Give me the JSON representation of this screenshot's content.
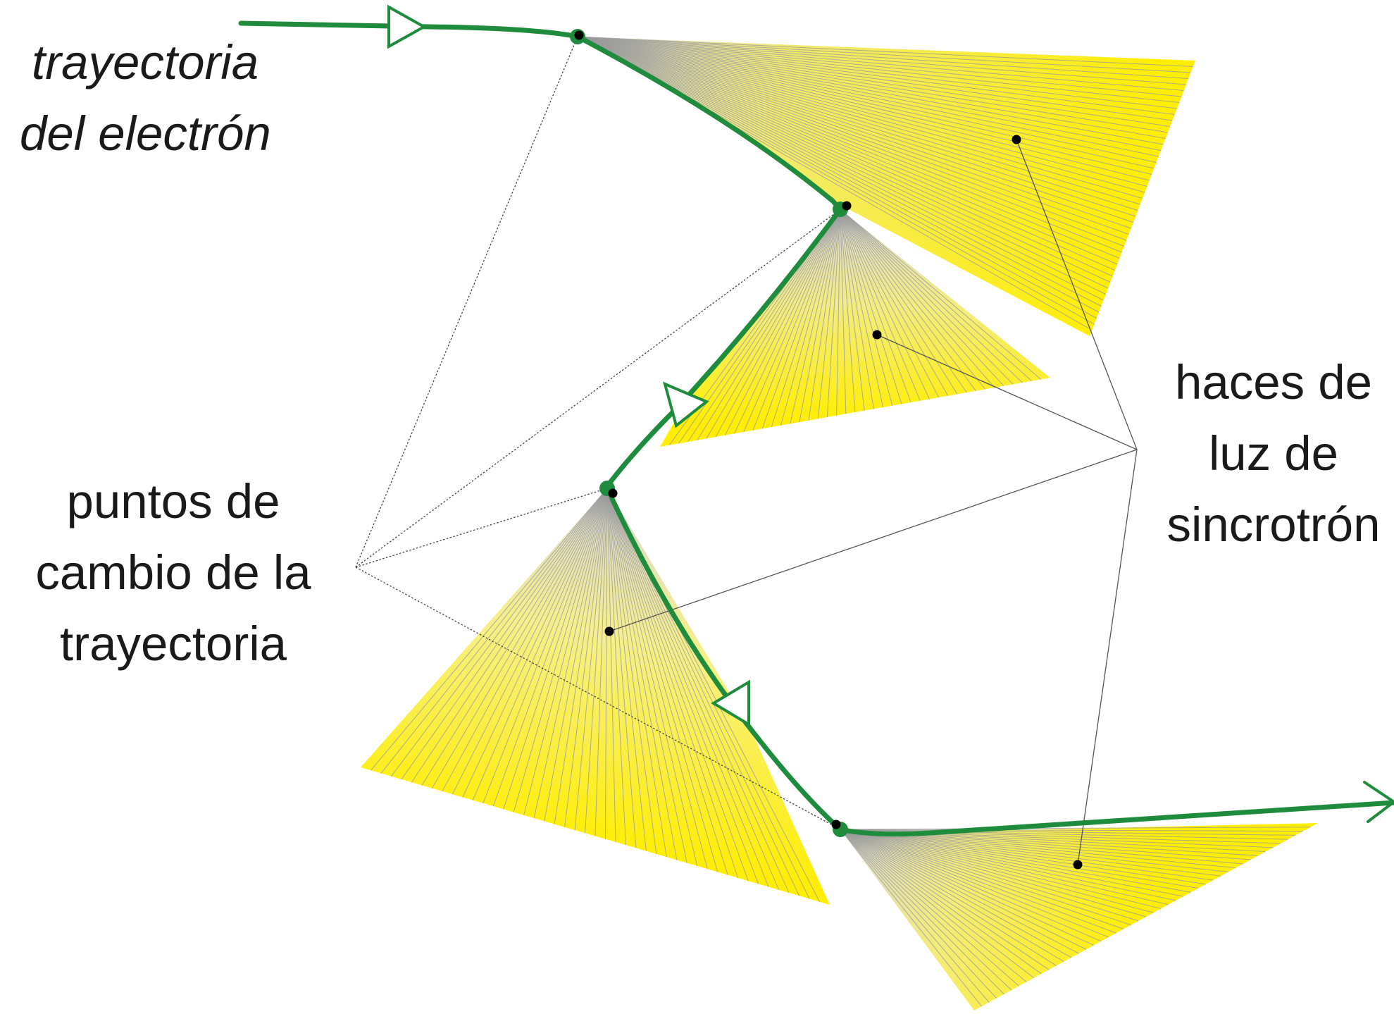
{
  "labels": {
    "trajectory": [
      "trayectoria",
      "del electrón"
    ],
    "change_points": [
      "puntos de",
      "cambio de la",
      "trayectoria"
    ],
    "beams": [
      "haces de",
      "luz de",
      "sincrotrón"
    ]
  },
  "colors": {
    "trajectory": "#1e8c3c",
    "beam_fill": "#ffee00",
    "beam_origin": "#d8d8d8",
    "beam_rays": "#9a9a9a",
    "leader_lines": "#444444",
    "text": "#1a1a1a"
  }
}
